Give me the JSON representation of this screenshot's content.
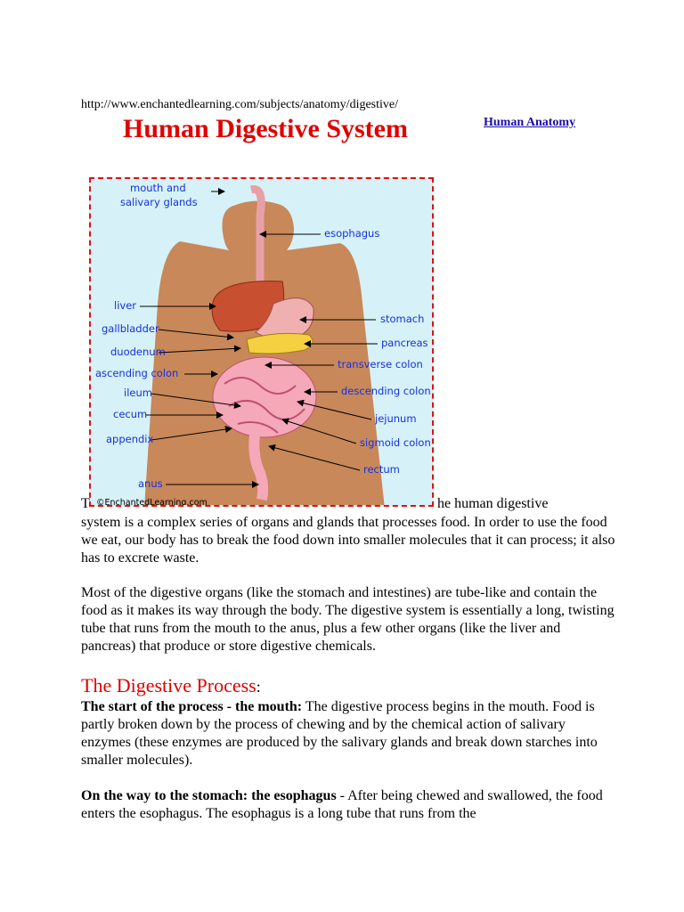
{
  "header": {
    "url": "http://www.enchantedlearning.com/subjects/anatomy/digestive/",
    "title": "Human Digestive System",
    "anatomy_link": "Human Anatomy"
  },
  "diagram": {
    "labels": {
      "mouth_line1": "mouth and",
      "mouth_line2": "salivary glands",
      "esophagus": "esophagus",
      "liver": "liver",
      "gallbladder": "gallbladder",
      "duodenum": "duodenum",
      "ascending_colon": "ascending colon",
      "ileum": "ileum",
      "cecum": "cecum",
      "appendix": "appendix",
      "anus": "anus",
      "stomach": "stomach",
      "pancreas": "pancreas",
      "transverse_colon": "transverse colon",
      "descending_colon": "descending colon",
      "jejunum": "jejunum",
      "sigmoid_colon": "sigmoid colon",
      "rectum": "rectum"
    },
    "copyright": "©EnchantedLearning.com",
    "colors": {
      "background": "#d6f2f8",
      "body": "#c8885a",
      "border": "#e01010",
      "label": "#1530e0"
    }
  },
  "text": {
    "intro_first_letter": "T",
    "intro_line1_rest": "he human digestive",
    "intro_rest": "system is a complex series of organs and glands that processes food. In order to use the food we eat, our body has to break the food down into smaller molecules that it can process; it also has to excrete waste.",
    "para2": "Most of the digestive organs (like the stomach and intestines) are tube-like and contain the food as it makes its way through the body. The digestive system is essentially a long, twisting tube that runs from the mouth to the anus, plus a few other organs (like the liver and pancreas) that produce or store digestive chemicals.",
    "section_heading": "The Digestive Process",
    "section_colon": ":",
    "mouth_bold": "The start of the process - the mouth:",
    "mouth_text": " The digestive process begins in the mouth. Food is partly broken down by the process of chewing and by the chemical action of salivary enzymes (these enzymes are produced by the salivary glands and break down starches into smaller molecules).",
    "esophagus_bold": "On the way to the stomach: the esophagus",
    "esophagus_text": " - After being chewed and swallowed, the food enters the esophagus. The esophagus is a long tube that runs from the"
  }
}
